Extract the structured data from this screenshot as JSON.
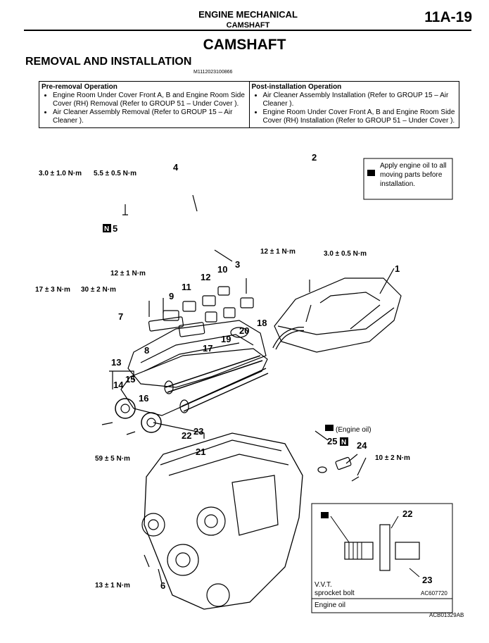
{
  "header": {
    "section": "ENGINE MECHANICAL",
    "subsection": "CAMSHAFT",
    "page": "11A-19"
  },
  "title": "CAMSHAFT",
  "subtitle": "REMOVAL AND INSTALLATION",
  "doc_id": "M1112023100866",
  "operations": {
    "pre": {
      "heading": "Pre-removal Operation",
      "items": [
        "Engine Room Under Cover Front A, B and Engine Room Side Cover (RH) Removal (Refer to GROUP 51 – Under Cover ).",
        "Air Cleaner Assembly Removal (Refer to GROUP 15 – Air Cleaner )."
      ]
    },
    "post": {
      "heading": "Post-installation Operation",
      "items": [
        "Air Cleaner Assembly Installation (Refer to GROUP 15 – Air Cleaner ).",
        "Engine Room Under Cover Front A, B and Engine Room Side Cover (RH) Installation (Refer to GROUP 51 – Under Cover )."
      ]
    }
  },
  "figure": {
    "oil_note": "Apply engine oil to all moving parts before installation.",
    "torques": {
      "t1": "3.0 ± 1.0 N·m",
      "t2": "5.5 ± 0.5 N·m",
      "t3": "12 ± 1 N·m",
      "t4": "3.0 ± 0.5 N·m",
      "t5": "12 ± 1 N·m",
      "t6": "17 ± 3 N·m",
      "t7": "30 ± 2 N·m",
      "t8": "59 ± 5 N·m",
      "t9": "10 ± 2 N·m",
      "t10": "13 ± 1 N·m"
    },
    "parts": [
      "1",
      "2",
      "3",
      "4",
      "5",
      "6",
      "7",
      "8",
      "9",
      "10",
      "11",
      "12",
      "13",
      "14",
      "15",
      "16",
      "17",
      "18",
      "19",
      "20",
      "21",
      "22",
      "23",
      "24",
      "25"
    ],
    "engine_oil_tag": "(Engine oil)",
    "new_mark": "N",
    "inset": {
      "label_a": "V.V.T.",
      "label_b": "sprocket bolt",
      "code": "AC607720",
      "part_22": "22",
      "part_23": "23",
      "footer": "Engine oil"
    },
    "figure_code": "ACB01329AB"
  }
}
